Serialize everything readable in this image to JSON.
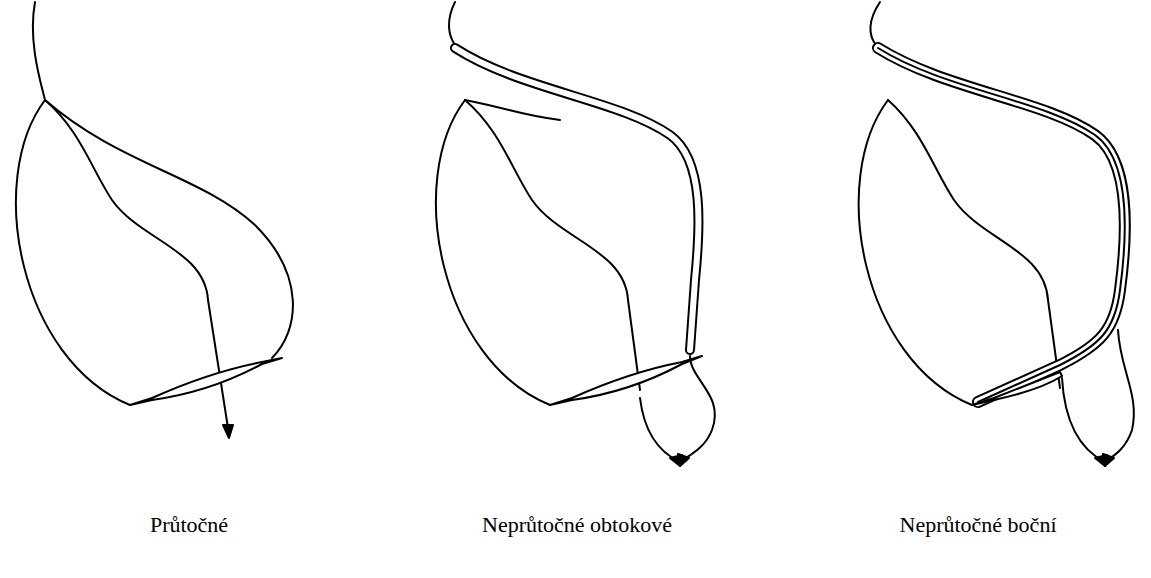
{
  "diagram": {
    "labels": [
      "Průtočné",
      "Neprůtočné obtokové",
      "Neprůtočné boční"
    ]
  }
}
